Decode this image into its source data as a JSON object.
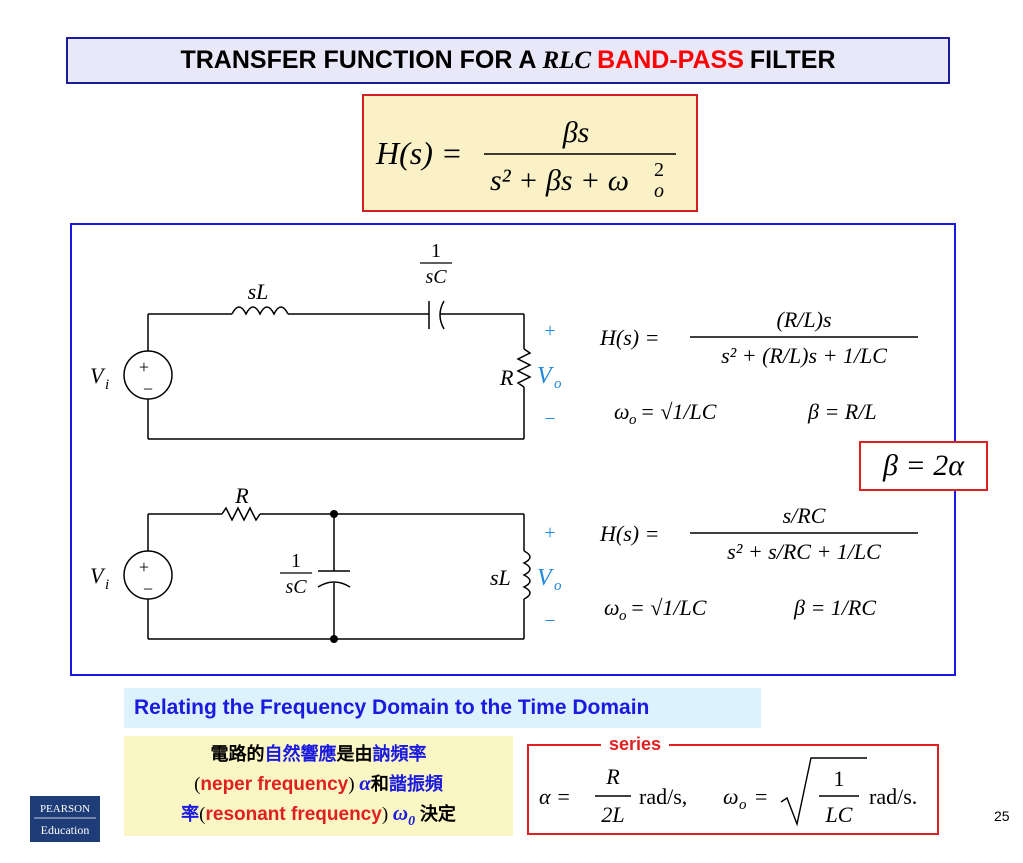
{
  "title": {
    "part1": "TRANSFER FUNCTION FOR A",
    "part2": "RLC",
    "part3": "BAND-PASS",
    "part4": "FILTER"
  },
  "main_formula": {
    "lhs": "H(s) =",
    "numerator": "βs",
    "denominator": "s² + βs + ω",
    "den_sub": "o",
    "den_sup": "2"
  },
  "circuit_series": {
    "inductor_label": "sL",
    "cap_label_num": "1",
    "cap_label_den": "sC",
    "source_label": "V",
    "source_sub": "i",
    "resistor_label": "R",
    "out_label": "V",
    "out_sub": "o",
    "plus": "+",
    "minus": "−",
    "src_plus": "+",
    "src_minus": "−"
  },
  "series_eqs": {
    "h_lhs": "H(s) =",
    "h_num": "(R/L)s",
    "h_den": "s² + (R/L)s + 1/LC",
    "w0_lhs": "ω",
    "w0_sub": "o",
    "w0_rhs": "= √1/LC",
    "beta": "β = R/L"
  },
  "beta_box": "β = 2α",
  "circuit_parallel": {
    "resistor_label": "R",
    "cap_label_num": "1",
    "cap_label_den": "sC",
    "source_label": "V",
    "source_sub": "i",
    "inductor_label": "sL",
    "out_label": "V",
    "out_sub": "o",
    "plus": "+",
    "minus": "−",
    "src_plus": "+",
    "src_minus": "−"
  },
  "parallel_eqs": {
    "h_lhs": "H(s) =",
    "h_num": "s/RC",
    "h_den": "s² + s/RC + 1/LC",
    "w0_lhs": "ω",
    "w0_sub": "o",
    "w0_rhs": "= √1/LC",
    "beta": "β = 1/RC"
  },
  "relating_banner": "Relating the Frequency Domain to the Time Domain",
  "description": {
    "line1_a": "電路的",
    "line1_b": "自然響應",
    "line1_c": "是由",
    "line1_d": "訥頻率",
    "line2_open": "(",
    "line2_red": "neper frequency",
    "line2_close": ")",
    "line2_alpha": "α",
    "line2_and": "和",
    "line2_blue": "諧振頻",
    "line3_blue": "率",
    "line3_open": "(",
    "line3_red": "resonant frequency",
    "line3_close": ")",
    "line3_omega": "ω",
    "line3_sub": "0",
    "line3_end": "決定"
  },
  "series_box": {
    "label": "series",
    "alpha_lhs": "α =",
    "alpha_num": "R",
    "alpha_den": "2L",
    "alpha_unit": "rad/s,",
    "w0_lhs": "ω",
    "w0_sub": "o",
    "w0_eq": "=",
    "w0_num": "1",
    "w0_den": "LC",
    "w0_unit": "rad/s."
  },
  "logo": {
    "line1": "PEARSON",
    "line2": "Education"
  },
  "page_number": "25",
  "colors": {
    "title_border": "#1a1a9a",
    "title_bg": "#e8e8f8",
    "accent_red": "#ff0000",
    "accent_blue": "#1a1ae0",
    "formula_bg": "#fbf1c7",
    "wire_label_blue": "#2288dd",
    "banner_bg": "#dcf2fd",
    "desc_bg": "#fbf7c4",
    "logo_bg": "#1e3c78"
  }
}
